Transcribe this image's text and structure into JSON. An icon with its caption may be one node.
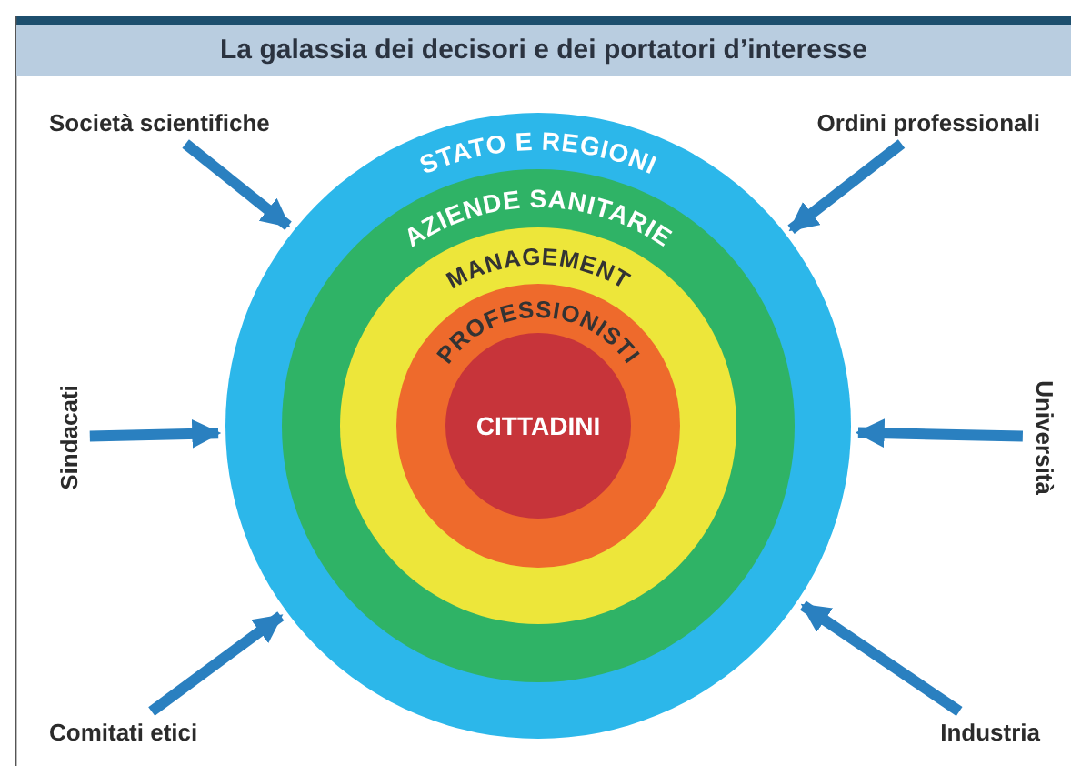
{
  "diagram": {
    "title": "La galassia dei decisori e dei portatori d’interesse",
    "nodes": [
      {
        "text": [
          "STATO E REGIONI"
        ]
      },
      {
        "text": [
          "AZIENDE SANITARIE"
        ],
        "in": 0
      },
      {
        "text": [
          "MANAGEMENT"
        ],
        "in": 1
      },
      {
        "text": [
          "PROFESSIONISTI"
        ],
        "in": 2
      },
      {
        "text": [
          "CITTADINI"
        ],
        "in": 3
      },
      {
        "text": [
          "Società scientifiche"
        ]
      },
      {
        "text": [
          "Ordini professionali"
        ]
      },
      {
        "text": [
          "Sindacati"
        ]
      },
      {
        "text": [
          "Università"
        ]
      },
      {
        "text": [
          "Comitati etici"
        ]
      },
      {
        "text": [
          "Industria"
        ]
      }
    ],
    "edges": [
      {
        "from": 5,
        "to": 0,
        "arrow": "to"
      },
      {
        "from": 6,
        "to": 0,
        "arrow": "to"
      },
      {
        "from": 7,
        "to": 0,
        "arrow": "to"
      },
      {
        "from": 8,
        "to": 0,
        "arrow": "to"
      },
      {
        "from": 9,
        "to": 0,
        "arrow": "to"
      },
      {
        "from": 10,
        "to": 0,
        "arrow": "to"
      }
    ]
  }
}
